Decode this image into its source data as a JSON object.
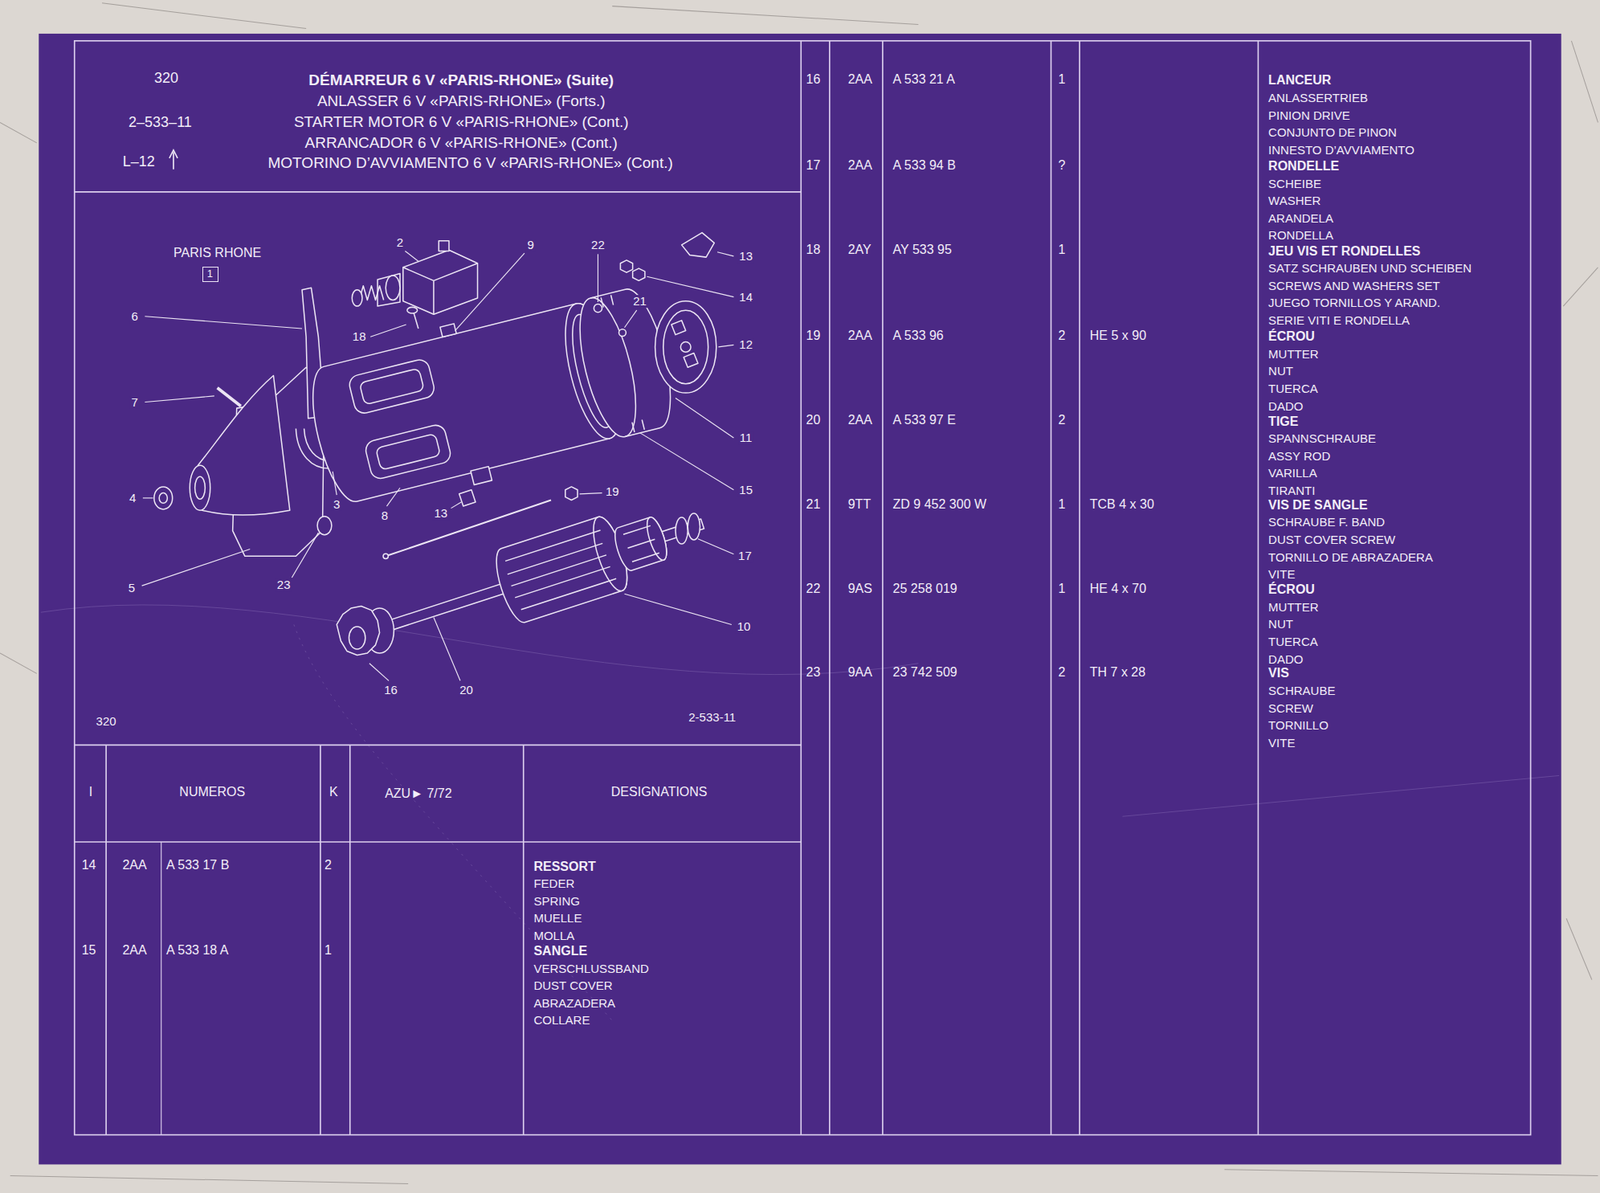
{
  "diagram": {
    "title": "DÉMARREUR 6 V «PARIS-RHONE» (Suite)",
    "nodes": [
      {
        "text": [
          "320",
          "2–533–11",
          "L–12",
          "ANLASSER 6 V «PARIS-RHONE» (Forts.)",
          "STARTER MOTOR 6 V «PARIS-RHONE» (Cont.)",
          "ARRANCADOR 6 V «PARIS-RHONE» (Cont.)",
          "MOTORINO D’AVVIAMENTO 6 V «PARIS-RHONE» (Cont.)"
        ]
      },
      {
        "text": [
          "PARIS RHONE",
          "320",
          "2-533-11"
        ]
      },
      {
        "text": [
          "1"
        ],
        "in": 1
      }
    ],
    "labels": [
      "2",
      "9",
      "22",
      "13",
      "14",
      "6",
      "18",
      "21",
      "12",
      "7",
      "11",
      "4",
      "3",
      "8",
      "13",
      "15",
      "19",
      "17",
      "5",
      "23",
      "10",
      "16",
      "20",
      "I",
      "NUMEROS",
      "K",
      "AZU► 7/72",
      "DESIGNATIONS",
      "14",
      "2AA",
      "A 533 17 B",
      "2",
      "RESSORT",
      "FEDER",
      "SPRING",
      "MUELLE",
      "MOLLA",
      "15",
      "2AA",
      "A 533 18 A",
      "1",
      "SANGLE",
      "VERSCHLUSSBAND",
      "DUST COVER",
      "ABRAZADERA",
      "COLLARE",
      "16",
      "2AA",
      "A 533 21 A",
      "1",
      "LANCEUR",
      "ANLASSERTRIEB",
      "PINION DRIVE",
      "CONJUNTO DE PINON",
      "INNESTO D’AVVIAMENTO",
      "17",
      "2AA",
      "A 533 94 B",
      "?",
      "RONDELLE",
      "SCHEIBE",
      "WASHER",
      "ARANDELA",
      "RONDELLA",
      "18",
      "2AY",
      "AY 533 95",
      "1",
      "JEU VIS ET RONDELLES",
      "SATZ SCHRAUBEN UND SCHEIBEN",
      "SCREWS AND WASHERS SET",
      "JUEGO TORNILLOS Y ARAND.",
      "SERIE VITI E RONDELLA",
      "19",
      "2AA",
      "A 533 96",
      "2",
      "HE 5 x 90",
      "ÉCROU",
      "MUTTER",
      "NUT",
      "TUERCA",
      "DADO",
      "20",
      "2AA",
      "A 533 97 E",
      "2",
      "TIGE",
      "SPANNSCHRAUBE",
      "ASSY ROD",
      "VARILLA",
      "TIRANTI",
      "21",
      "9TT",
      "ZD 9 452 300 W",
      "1",
      "TCB 4 x 30",
      "VIS DE SANGLE",
      "SCHRAUBE F. BAND",
      "DUST COVER SCREW",
      "TORNILLO DE ABRAZADERA",
      "VITE",
      "22",
      "9AS",
      "25 258 019",
      "1",
      "HE 4 x 70",
      "ÉCROU",
      "MUTTER",
      "NUT",
      "TUERCA",
      "DADO",
      "23",
      "9AA",
      "23 742 509",
      "2",
      "TH 7 x 28",
      "VIS",
      "SCHRAUBE",
      "SCREW",
      "TORNILLO",
      "VITE"
    ]
  }
}
